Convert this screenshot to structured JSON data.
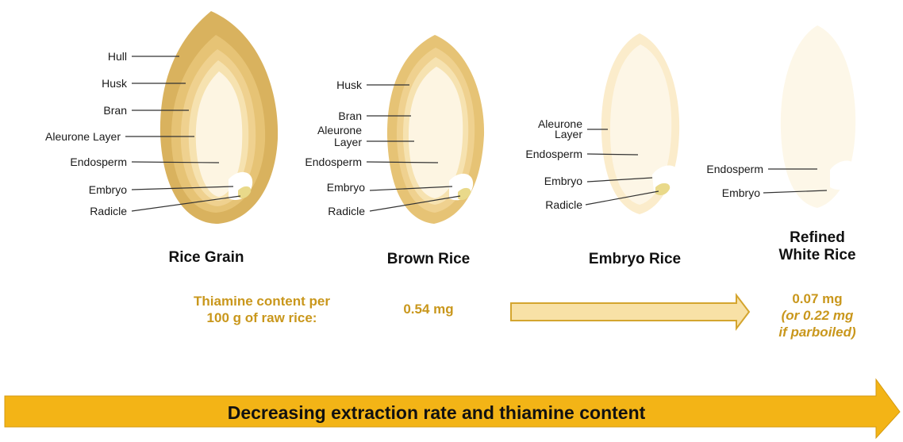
{
  "grains": {
    "rice_grain": {
      "title": "Rice Grain",
      "labels": [
        "Hull",
        "Husk",
        "Bran",
        "Aleurone Layer",
        "Endosperm",
        "Embryo",
        "Radicle"
      ]
    },
    "brown_rice": {
      "title": "Brown Rice",
      "labels": [
        "Husk",
        "Bran",
        "Aleurone",
        "Layer",
        "Endosperm",
        "Embryo",
        "Radicle"
      ]
    },
    "embryo_rice": {
      "title": "Embryo Rice",
      "labels": [
        "Aleurone",
        "Layer",
        "Endosperm",
        "Embryo",
        "Radicle"
      ]
    },
    "white_rice": {
      "title_line1": "Refined",
      "title_line2": "White Rice",
      "labels": [
        "Endosperm",
        "Embryo"
      ]
    }
  },
  "thiamine": {
    "caption_line1": "Thiamine content per",
    "caption_line2": "100 g of raw rice:",
    "brown_value": "0.54 mg",
    "white_value": "0.07 mg",
    "white_alt_line1": "(or 0.22 mg",
    "white_alt_line2": "if parboiled)"
  },
  "banner": {
    "text": "Decreasing extraction rate and thiamine content"
  },
  "colors": {
    "hull": "#d9b25e",
    "husk": "#e6c375",
    "bran": "#efd18f",
    "aleurone": "#f6e2b0",
    "endosperm": "#fdf5e2",
    "embryo": "#ffffff",
    "radicle": "#e9d98a",
    "accent_text": "#c9971c",
    "banner_fill": "#f3b416",
    "arrow_fill": "#f8e1a6",
    "arrow_stroke": "#d4a52f"
  }
}
